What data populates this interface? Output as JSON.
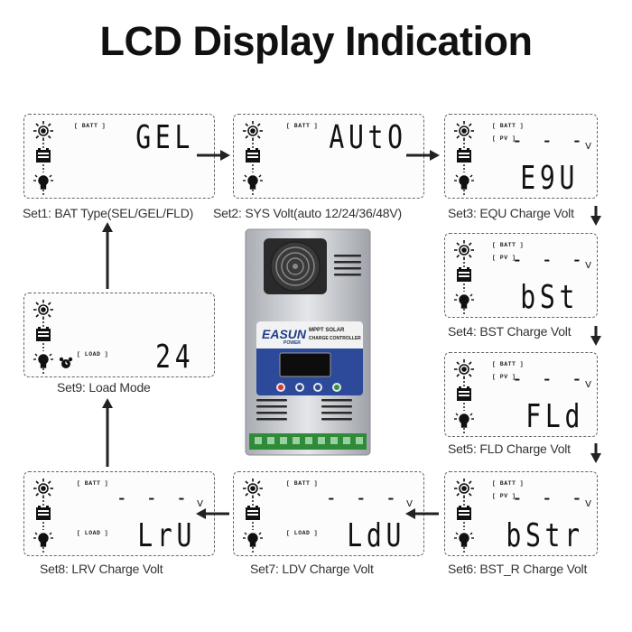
{
  "title": "LCD Display Indication",
  "icons": [
    "sun-icon",
    "battery-icon",
    "bulb-icon"
  ],
  "labels": {
    "batt": "[ BATT ]",
    "pv": "[ PV ]",
    "load": "[ LOAD ]",
    "volt_unit": "V",
    "dashes": "- - -"
  },
  "steps": [
    {
      "display": "GEL",
      "caption": "Set1: BAT Type(SEL/GEL/FLD)"
    },
    {
      "display": "AUtO",
      "caption": "Set2: SYS Volt(auto  12/24/36/48V)"
    },
    {
      "display": "E9U",
      "caption": "Set3: EQU Charge Volt"
    },
    {
      "display": "bSt",
      "caption": "Set4: BST Charge Volt"
    },
    {
      "display": "FLd",
      "caption": "Set5: FLD Charge Volt"
    },
    {
      "display": "bStr",
      "caption": "Set6: BST_R Charge Volt"
    },
    {
      "display": "LdU",
      "caption": "Set7: LDV Charge Volt"
    },
    {
      "display": "LrU",
      "caption": "Set8: LRV Charge Volt"
    },
    {
      "display": "24",
      "caption": "Set9: Load Mode"
    }
  ],
  "device": {
    "brand_main": "EASUN",
    "brand_sub": "POWER",
    "product_line1": "MPPT SOLAR",
    "product_line2": "CHARGE CONTROLLER"
  },
  "colors": {
    "device_panel": "#2d4a9a",
    "device_body": "#c9ccd1",
    "lcd_border": "#666666"
  }
}
